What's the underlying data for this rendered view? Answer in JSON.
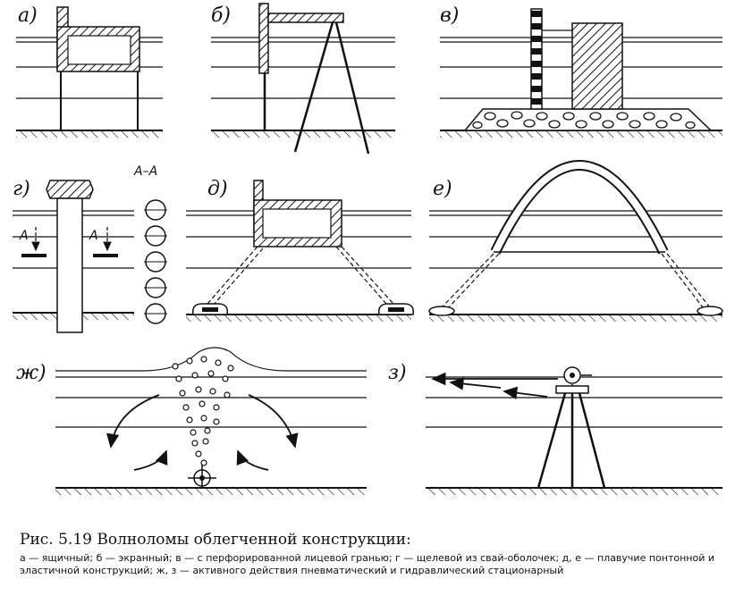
{
  "panels": [
    {
      "id": "a",
      "label": "а)"
    },
    {
      "id": "b",
      "label": "б)"
    },
    {
      "id": "v",
      "label": "в)"
    },
    {
      "id": "g",
      "label": "г)"
    },
    {
      "id": "d",
      "label": "д)"
    },
    {
      "id": "e",
      "label": "е)"
    },
    {
      "id": "zh",
      "label": "ж)"
    },
    {
      "id": "z",
      "label": "з)"
    }
  ],
  "section": {
    "title": "А–А",
    "mark": "А"
  },
  "caption": {
    "title": "Рис. 5.19 Волноломы облегченной конструкции:",
    "text": "а — ящичный; б — экранный; в — с перфорированной лицевой гранью; г — щелевой из свай-оболочек; д, е — плавучие понтонной и эластичной конструкций; ж, з — активного действия пневматический и гидравлический стационарный"
  }
}
